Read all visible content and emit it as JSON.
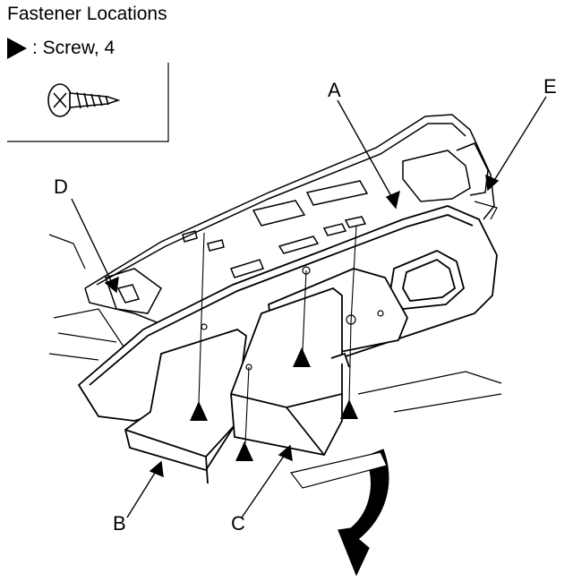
{
  "title": "Fastener Locations",
  "legend": {
    "symbol": "screw-marker-triangle",
    "text": ": Screw, 4"
  },
  "callouts": {
    "A": "A",
    "B": "B",
    "C": "C",
    "D": "D",
    "E": "E"
  },
  "colors": {
    "line": "#000000",
    "background": "#ffffff",
    "shade": "#d9d9d9"
  }
}
